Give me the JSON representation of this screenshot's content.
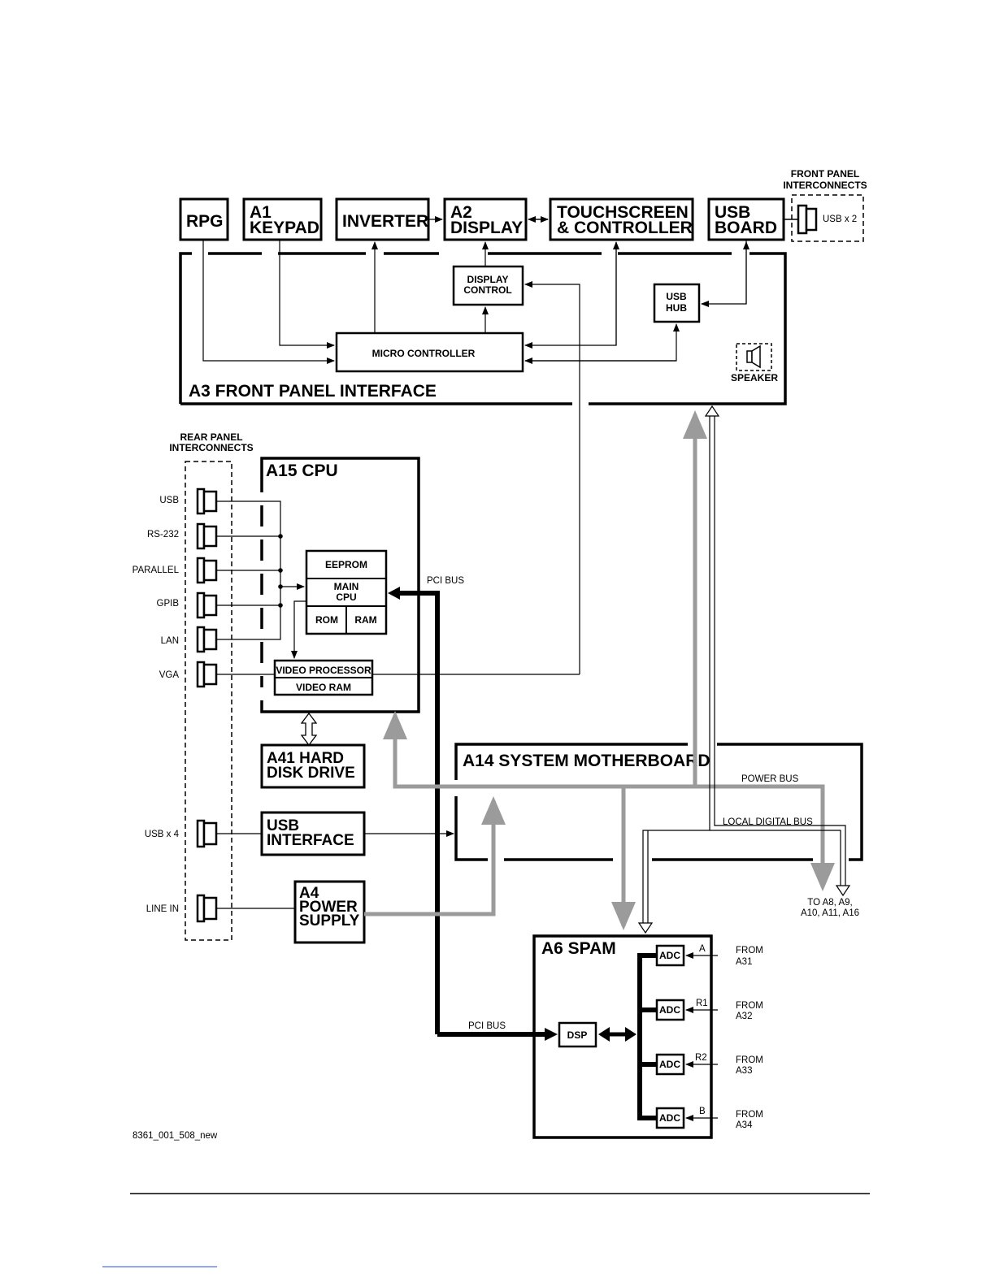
{
  "diagram": {
    "front_panel": {
      "title": "A3 FRONT PANEL INTERFACE",
      "rpg": "RPG",
      "keypad": [
        "A1",
        "KEYPAD"
      ],
      "inverter": "INVERTER",
      "display": [
        "A2",
        "DISPLAY"
      ],
      "touchscreen": [
        "TOUCHSCREEN",
        "& CONTROLLER"
      ],
      "usb_board": [
        "USB",
        "BOARD"
      ],
      "display_control": [
        "DISPLAY",
        "CONTROL"
      ],
      "usb_hub": [
        "USB",
        "HUB"
      ],
      "micro_controller": "MICRO CONTROLLER",
      "speaker": "SPEAKER",
      "interconnects_title": [
        "FRONT PANEL",
        "INTERCONNECTS"
      ],
      "usb_count": "USB x 2"
    },
    "rear_panel": {
      "title": [
        "REAR PANEL",
        "INTERCONNECTS"
      ],
      "ports": [
        "USB",
        "RS-232",
        "PARALLEL",
        "GPIB",
        "LAN",
        "VGA",
        "USB x 4",
        "LINE IN"
      ]
    },
    "cpu": {
      "title": "A15 CPU",
      "eeprom": "EEPROM",
      "main_cpu": [
        "MAIN",
        "CPU"
      ],
      "rom": "ROM",
      "ram": "RAM",
      "video_processor": "VIDEO PROCESSOR",
      "video_ram": "VIDEO RAM",
      "pci_bus": "PCI BUS"
    },
    "hard_disk": [
      "A41 HARD",
      "DISK DRIVE"
    ],
    "usb_interface": [
      "USB",
      "INTERFACE"
    ],
    "power_supply": [
      "A4",
      "POWER",
      "SUPPLY"
    ],
    "motherboard": {
      "title": "A14 SYSTEM MOTHERBOARD",
      "power_bus": "POWER BUS",
      "local_digital_bus": "LOCAL DIGITAL BUS",
      "to_boards": [
        "TO A8, A9,",
        "A10, A11, A16"
      ]
    },
    "spam": {
      "title": "A6 SPAM",
      "dsp": "DSP",
      "adc": "ADC",
      "pci_bus": "PCI BUS",
      "channels": [
        {
          "name": "A",
          "from": [
            "FROM",
            "A31"
          ]
        },
        {
          "name": "R1",
          "from": [
            "FROM",
            "A32"
          ]
        },
        {
          "name": "R2",
          "from": [
            "FROM",
            "A33"
          ]
        },
        {
          "name": "B",
          "from": [
            "FROM",
            "A34"
          ]
        }
      ]
    },
    "figure_id": "8361_001_508_new"
  }
}
